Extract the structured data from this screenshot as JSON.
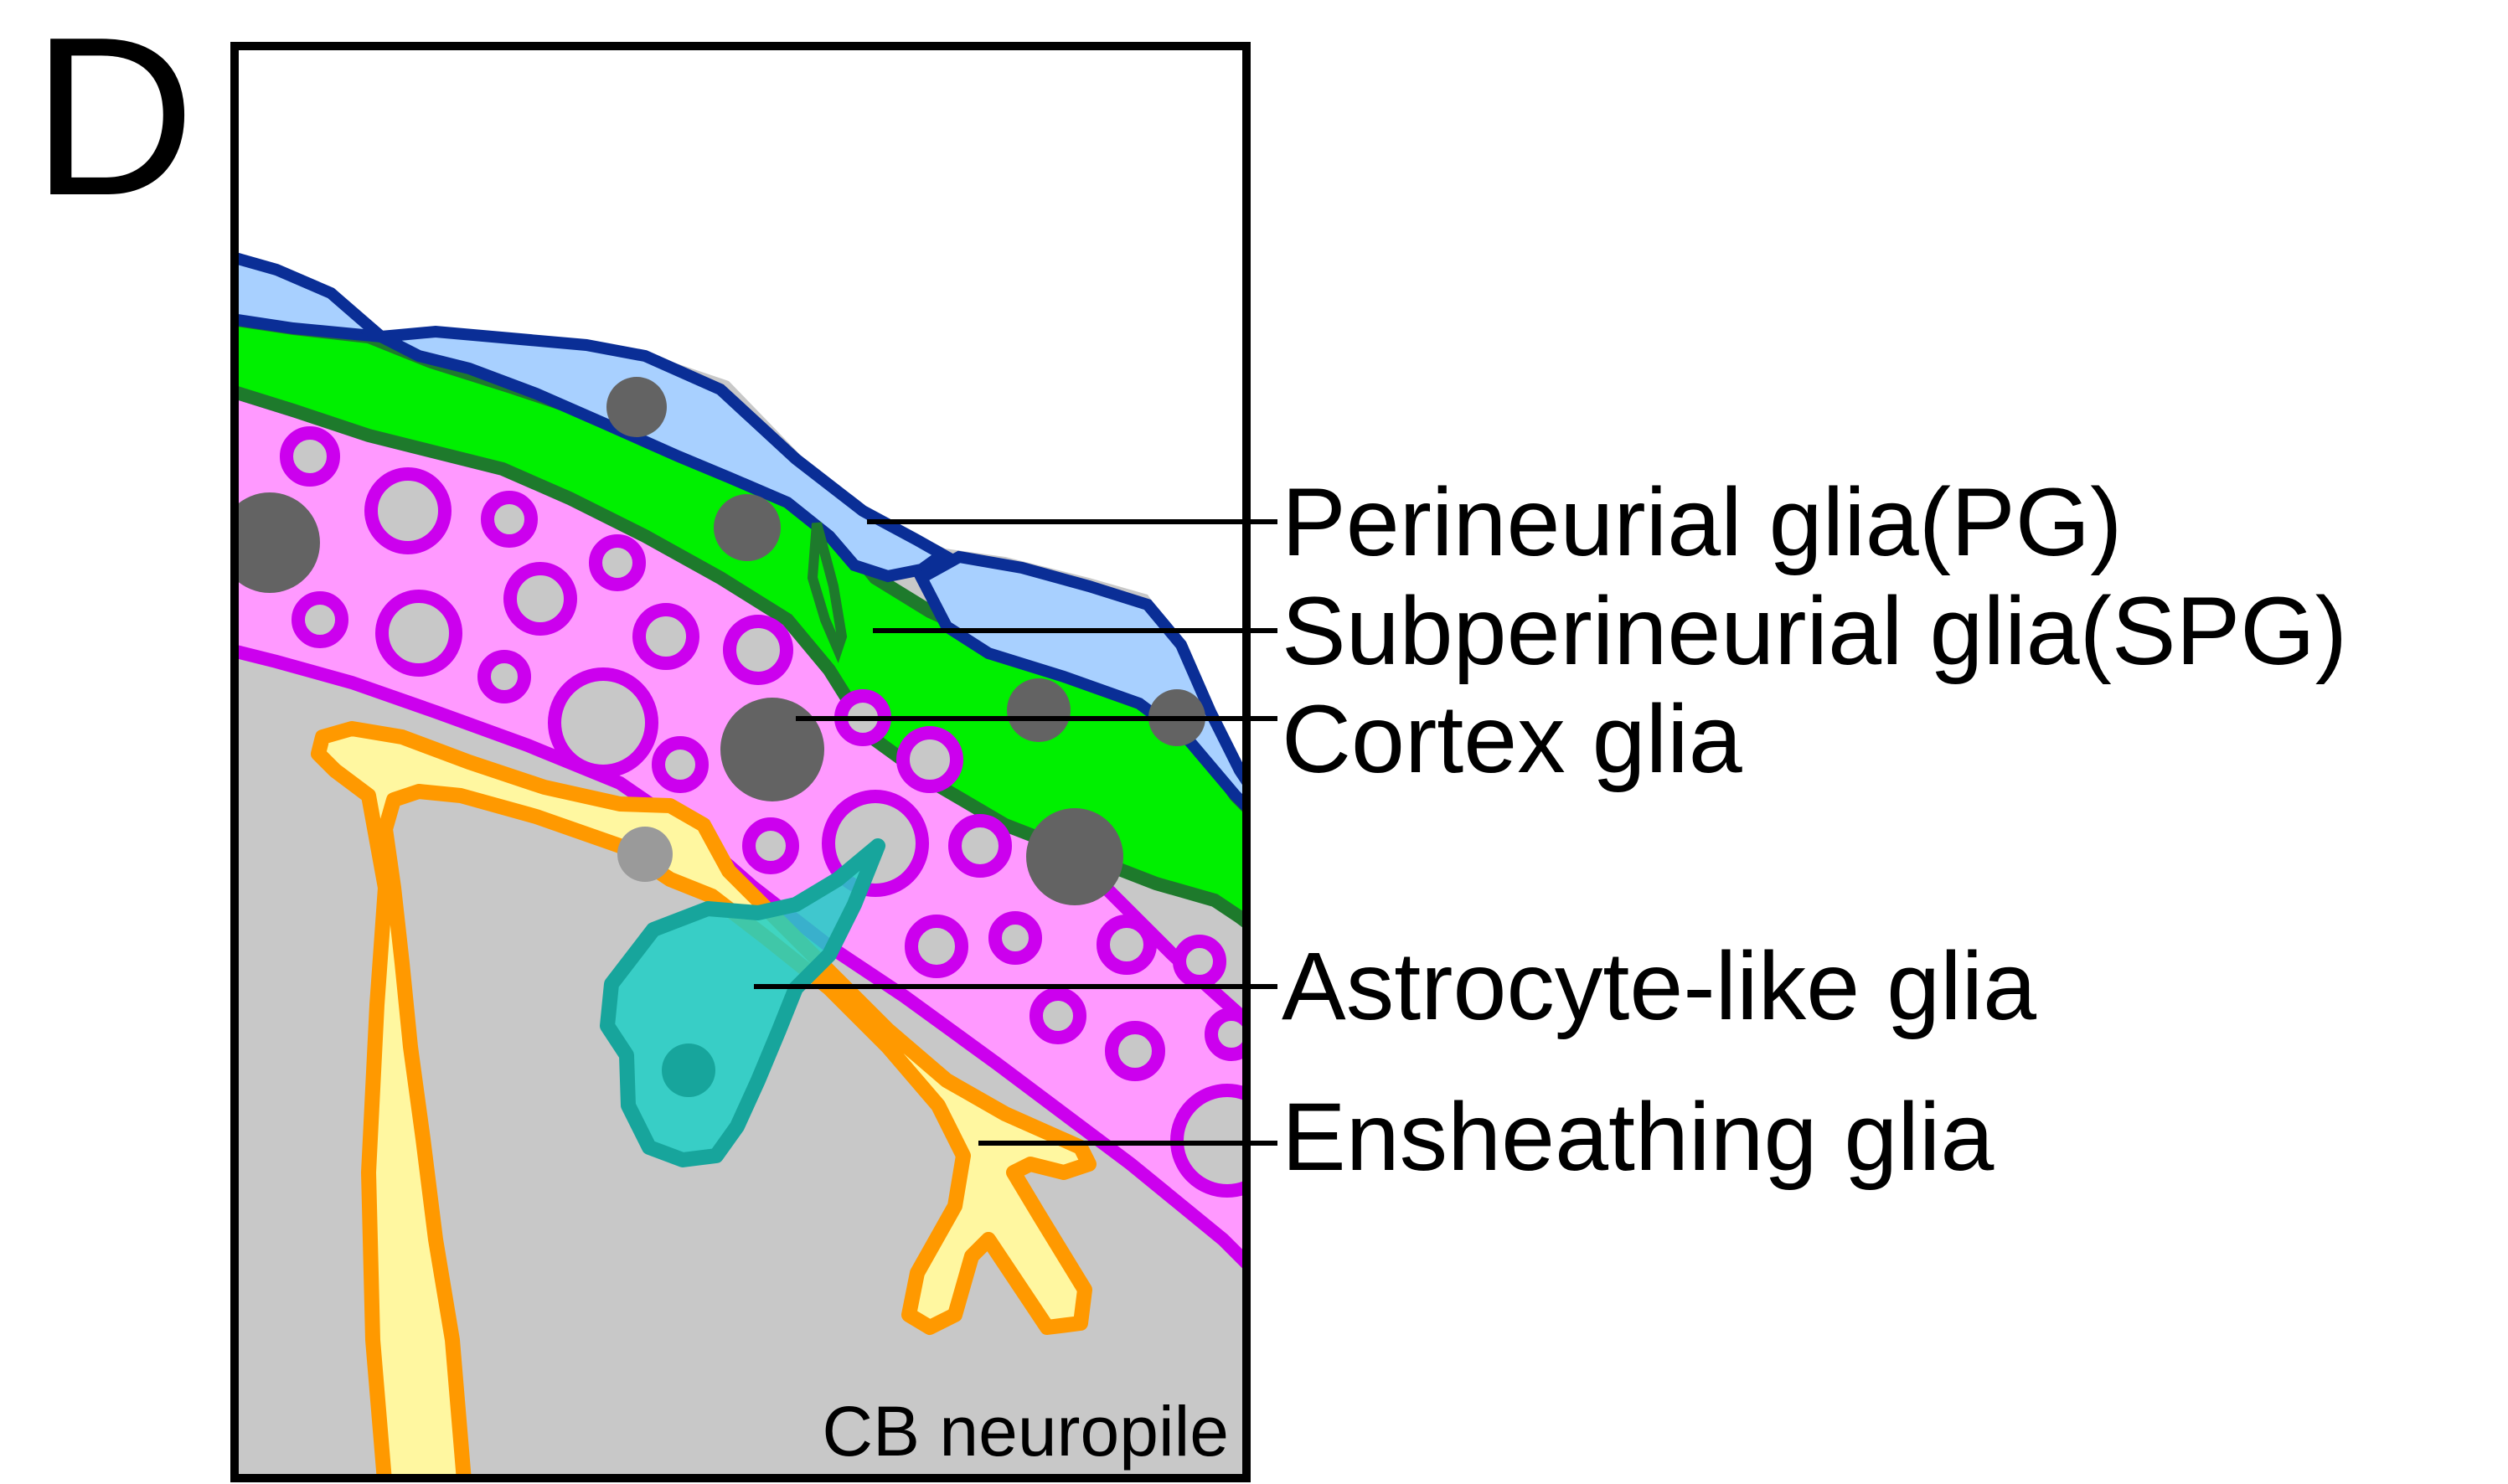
{
  "panel_letter": "D",
  "region_label": "CB neuropile",
  "labels": [
    {
      "key": "pg",
      "text": "Perineurial glia(PG)"
    },
    {
      "key": "spg",
      "text": "Subperineurial glia(SPG)"
    },
    {
      "key": "cortex",
      "text": "Cortex glia"
    },
    {
      "key": "astro",
      "text": "Astrocyte-like glia"
    },
    {
      "key": "ensheath",
      "text": "Ensheathing glia"
    }
  ],
  "colors": {
    "neuropile": "#c8c8c8",
    "perineurial_fill": "#a8d0ff",
    "perineurial_outline": "#0a2e96",
    "subperineurial_fill": "#00f000",
    "subperineurial_outline": "#1e7a2c",
    "cortex_fill": "#ff99ff",
    "cortex_outline": "#cc00ee",
    "astrocyte_fill": "#1ecfc5",
    "astrocyte_outline": "#17a59c",
    "ensheathing_fill": "#fff7a0",
    "ensheathing_outline": "#ff9900",
    "nucleus": "#636363"
  }
}
